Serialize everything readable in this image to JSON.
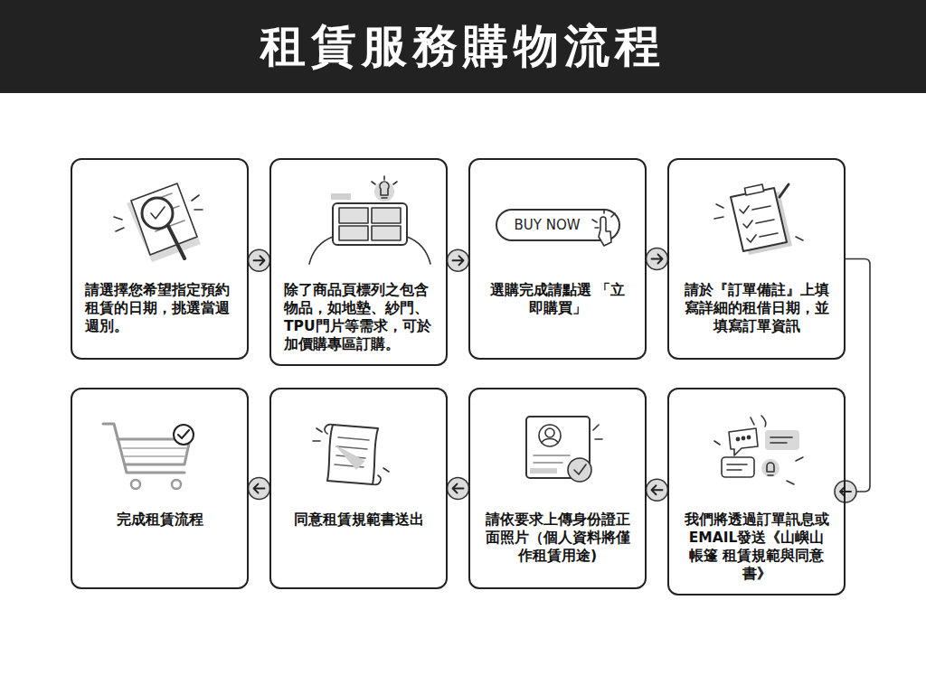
{
  "diagram": {
    "title": "租賃服務購物流程",
    "nodes": [
      {
        "text": [
          "請選擇您希望指定預約 租賃的日期，挑選當週 週別。"
        ]
      },
      {
        "text": [
          "除了商品頁標列之包含 物品，如地墊、紗門、 TPU門片等需求，可於 加價購專區訂購。"
        ]
      },
      {
        "text": [
          "選購完成請點選 「立即購買」"
        ]
      },
      {
        "text": [
          "請於『訂單備註』上填 寫詳細的租借日期，並 填寫訂單資訊"
        ]
      },
      {
        "text": [
          "我們將透過訂單訊息或 EMAIL發送《山嶼山帳篷 租賃規範與同意書》"
        ]
      },
      {
        "text": [
          "請依要求上傳身份證正 面照片（個人資料將僅 作租賃用途)"
        ]
      },
      {
        "text": [
          "同意租賃規範書送出"
        ]
      },
      {
        "text": [
          "完成租賃流程"
        ]
      }
    ],
    "edges": [
      {
        "from": 0,
        "to": 1,
        "arrow": "to"
      },
      {
        "from": 1,
        "to": 2,
        "arrow": "to"
      },
      {
        "from": 2,
        "to": 3,
        "arrow": "to"
      },
      {
        "from": 3,
        "to": 4,
        "arrow": "to"
      },
      {
        "from": 4,
        "to": 5,
        "arrow": "to"
      },
      {
        "from": 5,
        "to": 6,
        "arrow": "to"
      },
      {
        "from": 6,
        "to": 7,
        "arrow": "to"
      }
    ],
    "labels": [
      "BUY NOW"
    ]
  }
}
